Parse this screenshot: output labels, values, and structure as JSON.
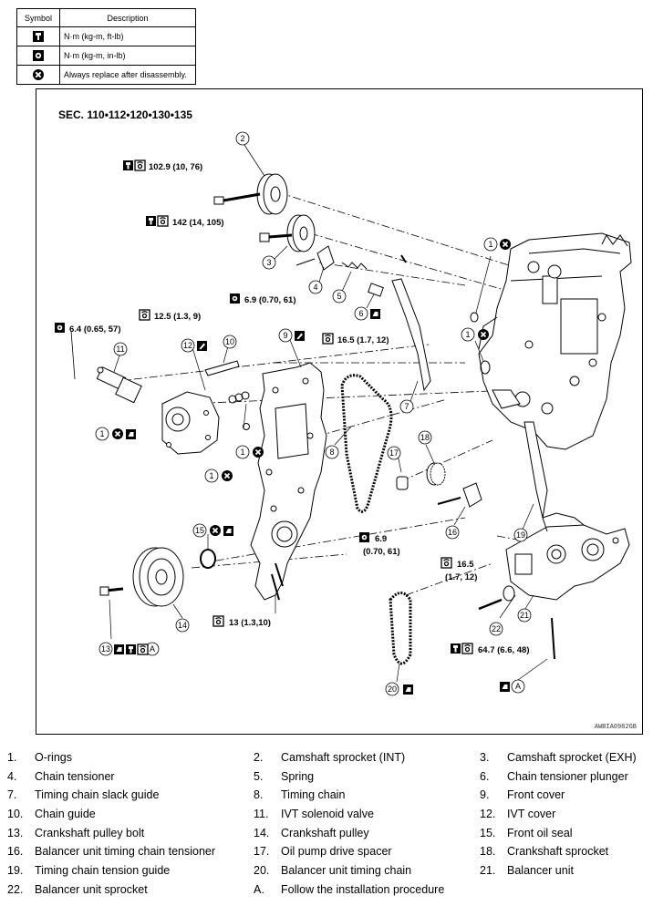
{
  "symbol_table": {
    "header_symbol": "Symbol",
    "header_description": "Description",
    "rows": [
      {
        "icon": "torque-ft-lb-icon",
        "description": "N·m (kg-m, ft-lb)"
      },
      {
        "icon": "torque-in-lb-icon",
        "description": "N·m (kg-m, in-lb)"
      },
      {
        "icon": "always-replace-icon",
        "description": "Always replace after disassembly."
      }
    ]
  },
  "diagram": {
    "section_title": "SEC. 110•112•120•130•135",
    "reference_code": "AWBIA0982GB",
    "torques": {
      "t1": "102.9 (10, 76)",
      "t2": "142 (14, 105)",
      "t3": "6.9 (0.70, 61)",
      "t4": "12.5 (1.3, 9)",
      "t5": "6.4 (0.65, 57)",
      "t6": "16.5 (1.7, 12)",
      "t7a": "6.9",
      "t7b": "(0.70, 61)",
      "t8a": "16.5",
      "t8b": "(1.7, 12)",
      "t9": "13 (1.3,10)",
      "t10": "64.7 (6.6, 48)"
    },
    "callouts": [
      "1",
      "2",
      "3",
      "4",
      "5",
      "6",
      "7",
      "8",
      "9",
      "10",
      "11",
      "12",
      "13",
      "14",
      "15",
      "16",
      "17",
      "18",
      "19",
      "20",
      "21",
      "22",
      "A"
    ]
  },
  "legend": [
    [
      {
        "n": "1.",
        "t": "O-rings"
      },
      {
        "n": "2.",
        "t": "Camshaft sprocket (INT)"
      },
      {
        "n": "3.",
        "t": "Camshaft sprocket (EXH)"
      }
    ],
    [
      {
        "n": "4.",
        "t": "Chain tensioner"
      },
      {
        "n": "5.",
        "t": "Spring"
      },
      {
        "n": "6.",
        "t": "Chain tensioner plunger"
      }
    ],
    [
      {
        "n": "7.",
        "t": "Timing chain slack guide"
      },
      {
        "n": "8.",
        "t": "Timing chain"
      },
      {
        "n": "9.",
        "t": "Front cover"
      }
    ],
    [
      {
        "n": "10.",
        "t": "Chain guide"
      },
      {
        "n": "11.",
        "t": "IVT solenoid valve"
      },
      {
        "n": "12.",
        "t": "IVT cover"
      }
    ],
    [
      {
        "n": "13.",
        "t": "Crankshaft pulley bolt"
      },
      {
        "n": "14.",
        "t": "Crankshaft pulley"
      },
      {
        "n": "15.",
        "t": "Front oil seal"
      }
    ],
    [
      {
        "n": "16.",
        "t": "Balancer unit timing chain tensioner"
      },
      {
        "n": "17.",
        "t": "Oil pump drive spacer"
      },
      {
        "n": "18.",
        "t": "Crankshaft sprocket"
      }
    ],
    [
      {
        "n": "19.",
        "t": "Timing chain tension guide"
      },
      {
        "n": "20.",
        "t": "Balancer unit timing chain"
      },
      {
        "n": "21.",
        "t": "Balancer unit"
      }
    ],
    [
      {
        "n": "22.",
        "t": "Balancer unit sprocket"
      },
      {
        "n": "A.",
        "t": "Follow the installation procedure"
      },
      {
        "n": "",
        "t": ""
      }
    ]
  ]
}
